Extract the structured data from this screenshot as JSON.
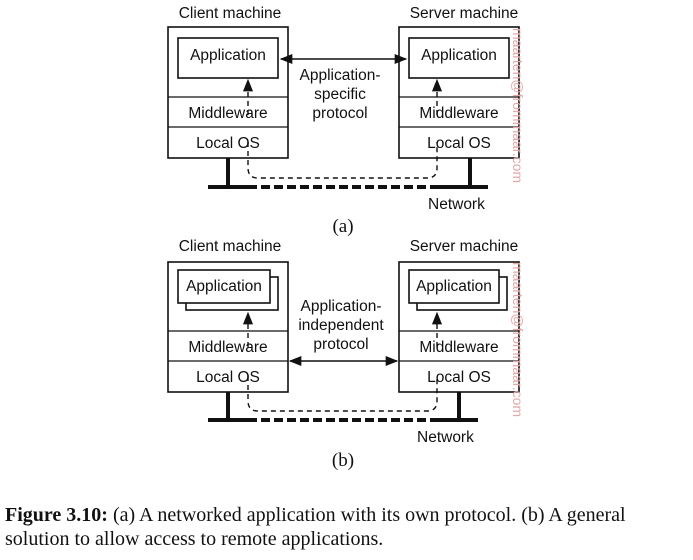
{
  "diagram_a": {
    "panel_label": "(a)",
    "client_title": "Client machine",
    "server_title": "Server machine",
    "client_app": "Application",
    "server_app": "Application",
    "client_middleware": "Middleware",
    "server_middleware": "Middleware",
    "client_os": "Local OS",
    "server_os": "Local OS",
    "protocol_line1": "Application-",
    "protocol_line2": "specific",
    "protocol_line3": "protocol",
    "network": "Network",
    "watermark": "maarten@frommaar.com"
  },
  "diagram_b": {
    "panel_label": "(b)",
    "client_title": "Client machine",
    "server_title": "Server machine",
    "client_app": "Application",
    "server_app": "Application",
    "client_middleware": "Middleware",
    "server_middleware": "Middleware",
    "client_os": "Local OS",
    "server_os": "Local OS",
    "protocol_line1": "Application-",
    "protocol_line2": "independent",
    "protocol_line3": "protocol",
    "network": "Network",
    "watermark": "maarten@frommaar.com"
  },
  "caption": {
    "label": "Figure 3.10:",
    "text": " (a) A networked application with its own protocol. (b) A general solution to allow access to remote applications."
  }
}
